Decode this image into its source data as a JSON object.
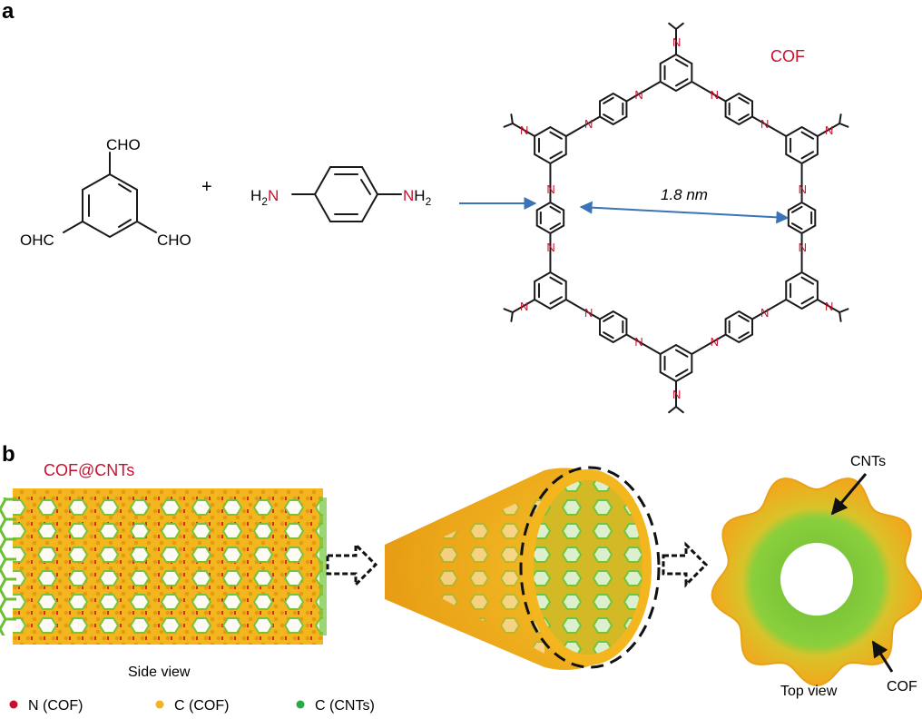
{
  "panel_a": {
    "label": "a",
    "aldehyde_groups": [
      "CHO",
      "OHC",
      "CHO"
    ],
    "plus": "+",
    "amine": {
      "left": "H",
      "left_sub": "2",
      "left_n": "N",
      "right_n": "N",
      "right": "H",
      "right_sub": "2"
    },
    "cof_label": "COF",
    "pore_size": "1.8 nm",
    "imine_n": "N"
  },
  "panel_b": {
    "label": "b",
    "title": "COF@CNTs",
    "side_view": "Side view",
    "top_view": "Top view",
    "cnts_label": "CNTs",
    "cof_label": "COF"
  },
  "legend": [
    {
      "label": "N (COF)",
      "color": "#c8102e"
    },
    {
      "label": "C (COF)",
      "color": "#f2b420"
    },
    {
      "label": "C (CNTs)",
      "color": "#2aa84a"
    }
  ],
  "colors": {
    "arrow_blue": "#3a73b8",
    "n_red": "#c8102e",
    "cof_yellow": "#f2b420",
    "cnt_green": "#72c43a"
  }
}
